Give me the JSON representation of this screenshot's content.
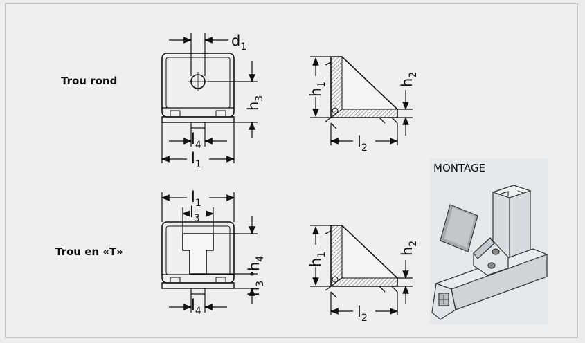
{
  "labels": {
    "round_hole": "Trou rond",
    "t_hole": "Trou en «T»",
    "montage": "MONTAGE"
  },
  "dims": {
    "d1": {
      "base": "d",
      "sub": "1"
    },
    "h1": {
      "base": "h",
      "sub": "1"
    },
    "h2": {
      "base": "h",
      "sub": "2"
    },
    "h3": {
      "base": "h",
      "sub": "3"
    },
    "h4": {
      "base": "h",
      "sub": "4"
    },
    "l1": {
      "base": "l",
      "sub": "1"
    },
    "l2": {
      "base": "l",
      "sub": "2"
    },
    "l3": {
      "base": "l",
      "sub": "3"
    },
    "l4": {
      "base": "l",
      "sub": "4"
    }
  },
  "colors": {
    "line": "#111111",
    "hatch_fill": "#d9d9d9",
    "montage_bg": "#e6e9ec",
    "profile_gray": "#c8cdd2"
  }
}
